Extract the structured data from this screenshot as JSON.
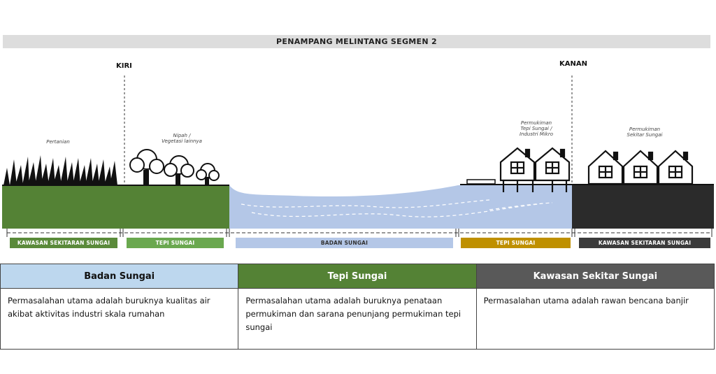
{
  "title": "PENAMPANG MELINTANG SEGMEN 2",
  "sides": {
    "left": "KIRI",
    "right": "KANAN"
  },
  "area_labels": {
    "pertanian": "Pertanian",
    "vegetasi": [
      "Nipah /",
      "Vegetasi lainnya"
    ],
    "permukiman_tepi": [
      "Permukiman",
      "Tepi Sungai /",
      "Industri Mikro"
    ],
    "permukiman_sekitar": [
      "Permukiman",
      "Sekitar Sungai"
    ]
  },
  "zones": [
    {
      "label": "KAWASAN SEKITARAN SUNGAI",
      "color": "#5a8a3a"
    },
    {
      "label": "TEPI SUNGAI",
      "color": "#6aa84f"
    },
    {
      "label": "BADAN SUNGAI",
      "color": "#b4c7e7"
    },
    {
      "label": "TEPI SUNGAI",
      "color": "#bf9000"
    },
    {
      "label": "KAWASAN SEKITARAN SUNGAI",
      "color": "#3b3b3b"
    }
  ],
  "table": {
    "headers": [
      {
        "label": "Badan Sungai",
        "bg": "#bdd7ee",
        "fg": "#111111"
      },
      {
        "label": "Tepi Sungai",
        "bg": "#548235",
        "fg": "#ffffff"
      },
      {
        "label": "Kawasan Sekitar Sungai",
        "bg": "#595959",
        "fg": "#ffffff"
      }
    ],
    "rows": [
      [
        "Permasalahan utama adalah buruknya kualitas air akibat aktivitas industri skala rumahan",
        "Permasalahan utama adalah buruknya penataan permukiman dan sarana penunjang permukiman tepi sungai",
        "Permasalahan utama adalah rawan bencana banjir"
      ]
    ]
  }
}
